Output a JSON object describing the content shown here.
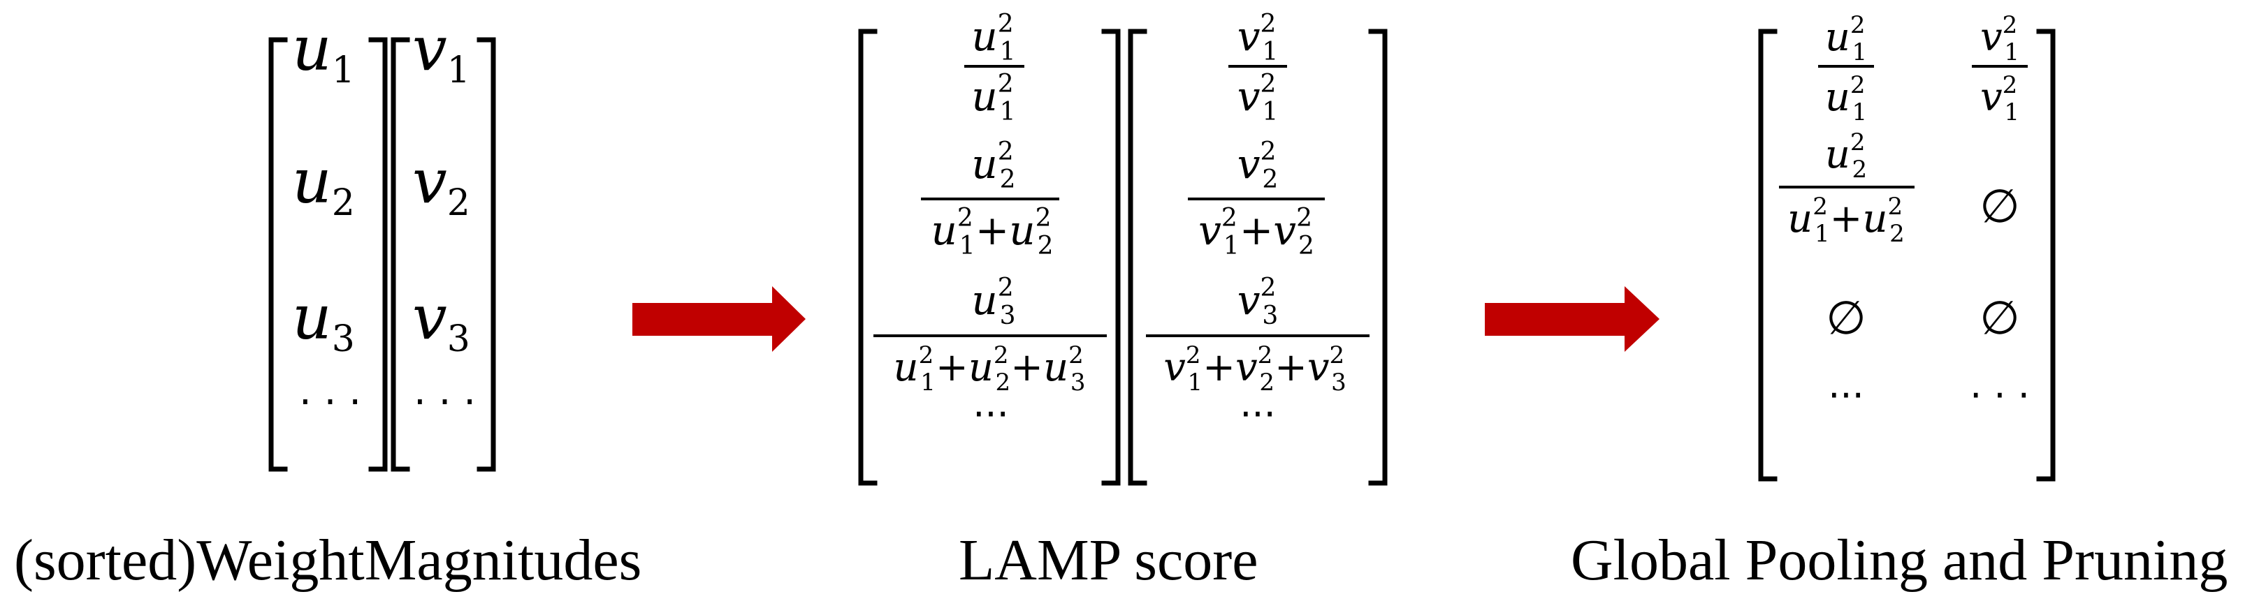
{
  "colors": {
    "arrow": "#C00000",
    "ink": "#000000",
    "background": "#FFFFFF"
  },
  "captions": {
    "magnitudes": "(sorted)WeightMagnitudes",
    "lamp": "LAMP score",
    "pruning": "Global Pooling and Pruning"
  },
  "symbols": {
    "ellipsis_dots": "· · ·",
    "ellipsis_compact": "···",
    "empty_set": "∅",
    "plus": "+"
  },
  "magnitudes": {
    "u": [
      "u",
      "u",
      "u"
    ],
    "u_subscripts": [
      "1",
      "2",
      "3"
    ],
    "v": [
      "v",
      "v",
      "v"
    ],
    "v_subscripts": [
      "1",
      "2",
      "3"
    ]
  },
  "lamp": {
    "u_rows": [
      {
        "num": "u",
        "num_sub": "1",
        "num_sup": "2",
        "den_terms": [
          {
            "b": "u",
            "sub": "1",
            "sup": "2"
          }
        ]
      },
      {
        "num": "u",
        "num_sub": "2",
        "num_sup": "2",
        "den_terms": [
          {
            "b": "u",
            "sub": "1",
            "sup": "2"
          },
          {
            "b": "u",
            "sub": "2",
            "sup": "2"
          }
        ]
      },
      {
        "num": "u",
        "num_sub": "3",
        "num_sup": "2",
        "den_terms": [
          {
            "b": "u",
            "sub": "1",
            "sup": "2"
          },
          {
            "b": "u",
            "sub": "2",
            "sup": "2"
          },
          {
            "b": "u",
            "sub": "3",
            "sup": "2"
          }
        ]
      }
    ],
    "v_rows": [
      {
        "num": "v",
        "num_sub": "1",
        "num_sup": "2",
        "den_terms": [
          {
            "b": "v",
            "sub": "1",
            "sup": "2"
          }
        ]
      },
      {
        "num": "v",
        "num_sub": "2",
        "num_sup": "2",
        "den_terms": [
          {
            "b": "v",
            "sub": "1",
            "sup": "2"
          },
          {
            "b": "v",
            "sub": "2",
            "sup": "2"
          }
        ]
      },
      {
        "num": "v",
        "num_sub": "3",
        "num_sup": "2",
        "den_terms": [
          {
            "b": "v",
            "sub": "1",
            "sup": "2"
          },
          {
            "b": "v",
            "sub": "2",
            "sup": "2"
          },
          {
            "b": "v",
            "sub": "3",
            "sup": "2"
          }
        ]
      }
    ]
  },
  "pruning": {
    "cells": [
      [
        "u1 fraction",
        "v1 fraction"
      ],
      [
        "u2 fraction",
        "∅"
      ],
      [
        "∅",
        "∅"
      ],
      [
        "···",
        "· · ·"
      ]
    ]
  }
}
